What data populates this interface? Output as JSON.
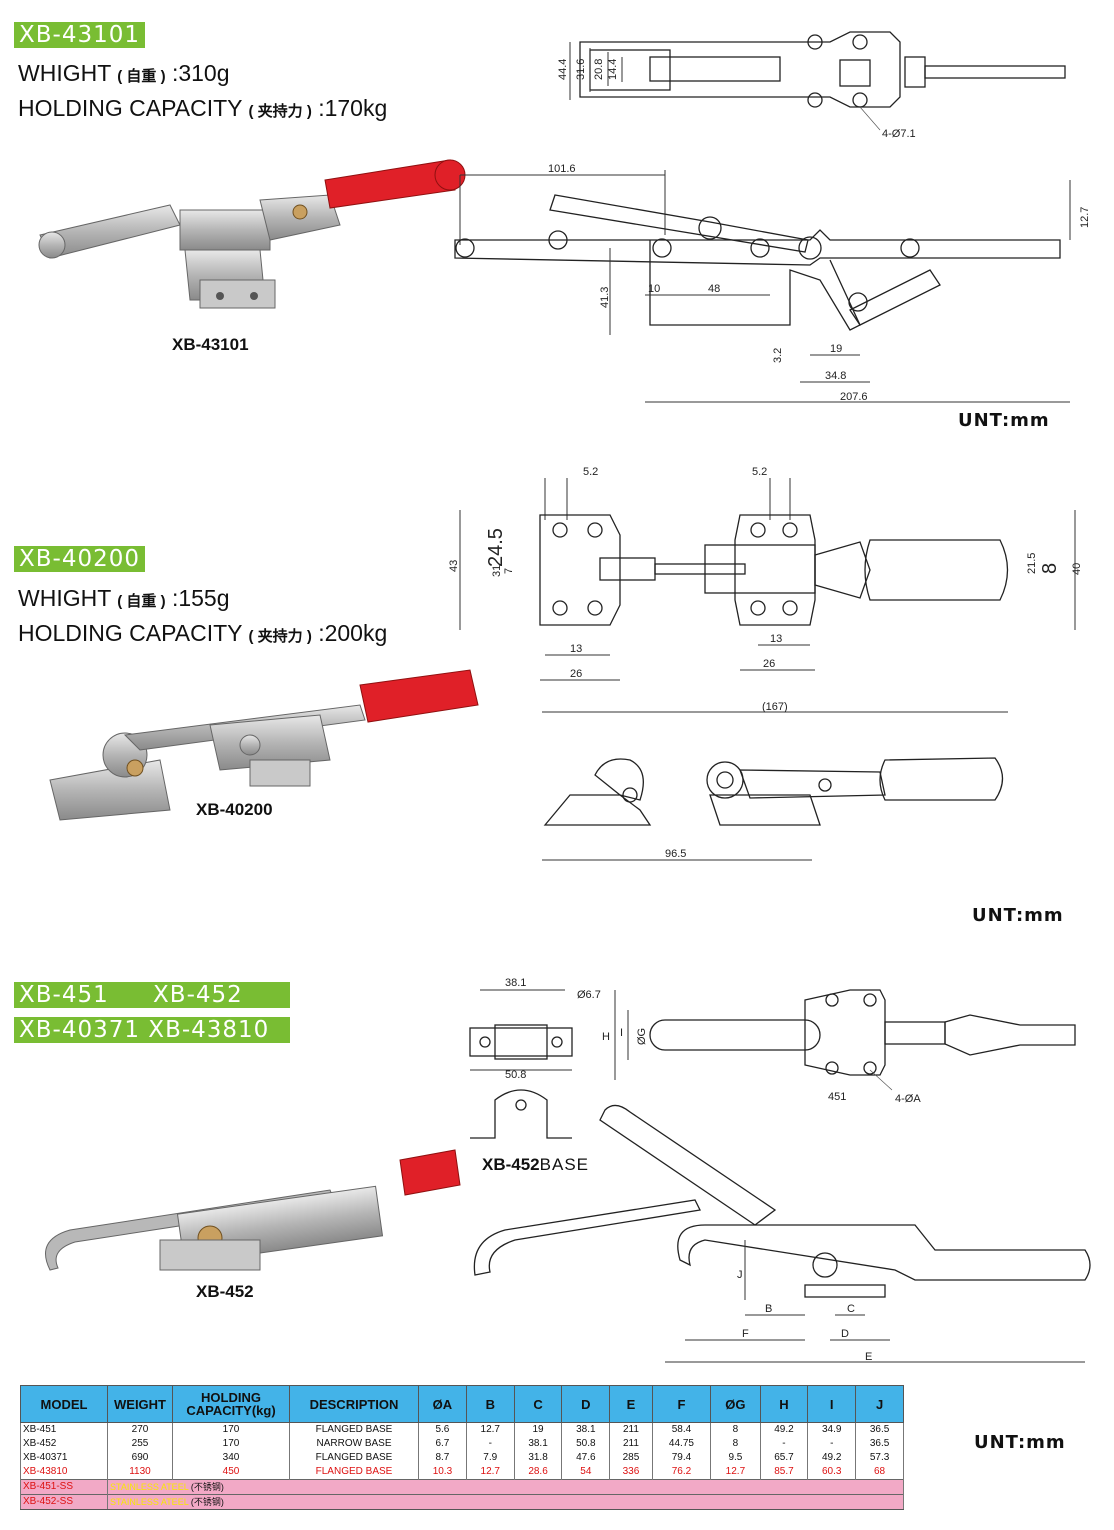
{
  "section1": {
    "tag": "XB-43101",
    "weight_label": "WHIGHT",
    "weight_cn": "( 自重 )",
    "weight_value": ":310g",
    "capacity_label": "HOLDING CAPACITY",
    "capacity_cn": "( 夹持力 )",
    "capacity_value": ":170kg",
    "photo_caption": "XB-43101",
    "unit": "UNT:mm",
    "dims": {
      "d44_4": "44.4",
      "d31_6": "31.6",
      "d20_8": "20.8",
      "d14_4": "14.4",
      "hole": "4-Ø7.1",
      "d101_6": "101.6",
      "d12_7": "12.7",
      "d41_3": "41.3",
      "d10": "10",
      "d48": "48",
      "d3_2": "3.2",
      "d19": "19",
      "d34_8": "34.8",
      "d207_6": "207.6"
    }
  },
  "section2": {
    "tag": "XB-40200",
    "weight_label": "WHIGHT",
    "weight_cn": "( 自重 )",
    "weight_value": ":155g",
    "capacity_label": "HOLDING CAPACITY",
    "capacity_cn": "( 夹持力 )",
    "capacity_value": ":200kg",
    "photo_caption": "XB-40200",
    "unit": "UNT:mm",
    "dims": {
      "d5_2a": "5.2",
      "d5_2b": "5.2",
      "d43": "43",
      "d24_5": "24.5",
      "d31": "31",
      "d7": "7",
      "d13a": "13",
      "d26a": "26",
      "d13b": "13",
      "d26b": "26",
      "d21_5": "21.5",
      "d8": "8",
      "d40": "40",
      "d167": "(167)",
      "d96_5": "96.5"
    }
  },
  "section3": {
    "tag_line1_a": "XB-451",
    "tag_line1_b": "XB-452",
    "tag_line2": "XB-40371 XB-43810",
    "photo_caption": "XB-452",
    "base_caption": "XB-452",
    "base_caption_suffix": "BASE",
    "unit": "UNT:mm",
    "dims": {
      "d38_1": "38.1",
      "d6_7": "Ø6.7",
      "d50_8": "50.8",
      "H": "H",
      "I": "I",
      "G": "ØG",
      "d451": "451",
      "holes": "4-ØA",
      "J": "J",
      "B": "B",
      "C": "C",
      "F": "F",
      "D": "D",
      "E": "E"
    }
  },
  "table": {
    "headers": [
      "MODEL",
      "WEIGHT",
      "HOLDING CAPACITY(kg)",
      "DESCRIPTION",
      "ØA",
      "B",
      "C",
      "D",
      "E",
      "F",
      "ØG",
      "H",
      "I",
      "J"
    ],
    "rows": [
      [
        "XB-451",
        "270",
        "170",
        "FLANGED BASE",
        "5.6",
        "12.7",
        "19",
        "38.1",
        "211",
        "58.4",
        "8",
        "49.2",
        "34.9",
        "36.5"
      ],
      [
        "XB-452",
        "255",
        "170",
        "NARROW BASE",
        "6.7",
        "-",
        "38.1",
        "50.8",
        "211",
        "44.75",
        "8",
        "-",
        "-",
        "36.5"
      ],
      [
        "XB-40371",
        "690",
        "340",
        "FLANGED BASE",
        "8.7",
        "7.9",
        "31.8",
        "47.6",
        "285",
        "79.4",
        "9.5",
        "65.7",
        "49.2",
        "57.3"
      ],
      [
        "XB-43810",
        "1130",
        "450",
        "FLANGED BASE",
        "10.3",
        "12.7",
        "28.6",
        "54",
        "336",
        "76.2",
        "12.7",
        "85.7",
        "60.3",
        "68"
      ]
    ],
    "ss_rows": [
      {
        "model": "XB-451-SS",
        "note": "STAINLESS ATEEL",
        "note_cn": "(不锈钢)"
      },
      {
        "model": "XB-452-SS",
        "note": "STAINLESS ATEEL",
        "note_cn": "(不锈钢)"
      }
    ],
    "colors": {
      "header": "#43b3e8",
      "ss_row": "#f2a9c6",
      "tag": "#79bd33",
      "handle": "#e8202a"
    }
  }
}
